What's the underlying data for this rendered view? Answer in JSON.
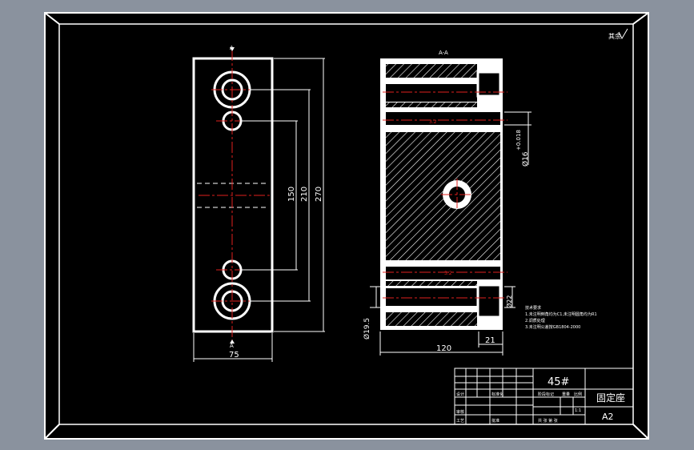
{
  "drawing": {
    "section_label_top": "A",
    "section_label_bottom": "A",
    "section_view_title": "A-A",
    "corner_mark": "其余",
    "dimensions": {
      "width_75": "75",
      "dim_150": "150",
      "dim_210": "210",
      "dim_270": "270",
      "dim_120": "120",
      "dim_21": "21",
      "dia_16": "Ø16",
      "tol_16": "+0.018",
      "dia_19_5": "Ø19.5",
      "dia_22": "Ø22"
    },
    "notes": [
      "技术要求",
      "1.未注明倒角均为C1,未注明圆角均为R1",
      "2.调质处理",
      "3.未注明公差按GB1804-2000"
    ],
    "title_block": {
      "material": "45#",
      "part_name": "固定座",
      "sheet_size": "A2",
      "scale_label": "比例",
      "scale_value": "1:1",
      "weight_label": "重量",
      "stage_label": "阶段标记",
      "design_label": "设计",
      "review_label": "审核",
      "process_label": "工艺",
      "approve_label": "批准",
      "standard_label": "标准化",
      "sheet_label": "共 张 第 张"
    }
  },
  "colors": {
    "frame_white": "#ffffff",
    "paper": "#000000",
    "center_red": "#e0201e",
    "bg_gray": "#8a929e"
  }
}
